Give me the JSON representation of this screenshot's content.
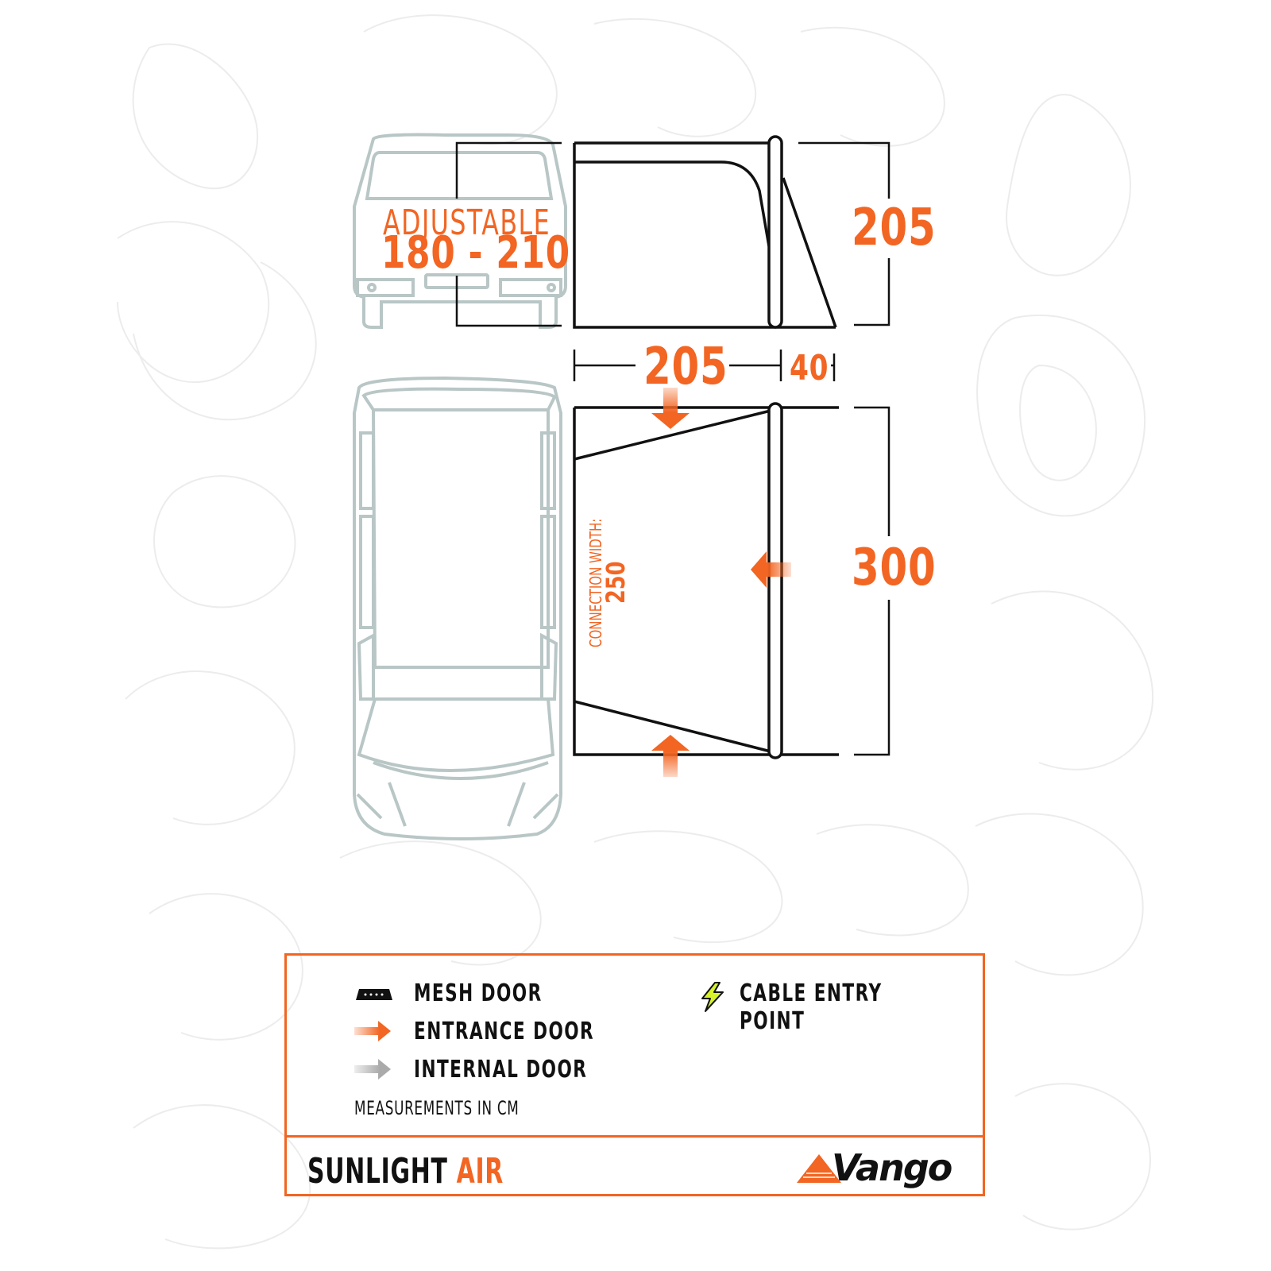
{
  "van_rear_view": {
    "adjustable_label": "ADJUSTABLE",
    "adjustable_range": "180 - 210"
  },
  "side_view": {
    "height_value": "205"
  },
  "width_dimensions": {
    "main_depth": "205",
    "extension_depth": "40"
  },
  "top_view": {
    "length_value": "300",
    "connection_width_label": "CONNECTION WIDTH:",
    "connection_width_value": "250"
  },
  "legend": {
    "items": [
      {
        "icon": "mesh-door-icon",
        "label": "MESH DOOR"
      },
      {
        "icon": "entrance-door-arrow-icon",
        "label": "ENTRANCE DOOR"
      },
      {
        "icon": "internal-door-arrow-icon",
        "label": "INTERNAL DOOR"
      },
      {
        "icon": "lightning-bolt-icon",
        "label": "CABLE ENTRY POINT"
      }
    ],
    "note": "MEASUREMENTS IN CM"
  },
  "footer": {
    "product_name": "SUNLIGHT",
    "product_variant": "AIR",
    "brand": "Vango"
  },
  "colors": {
    "accent": "#f26522",
    "outline": "#111111",
    "vehicle": "#b9c6c6",
    "topo": "#ececec",
    "cable": "#d7f22a"
  }
}
